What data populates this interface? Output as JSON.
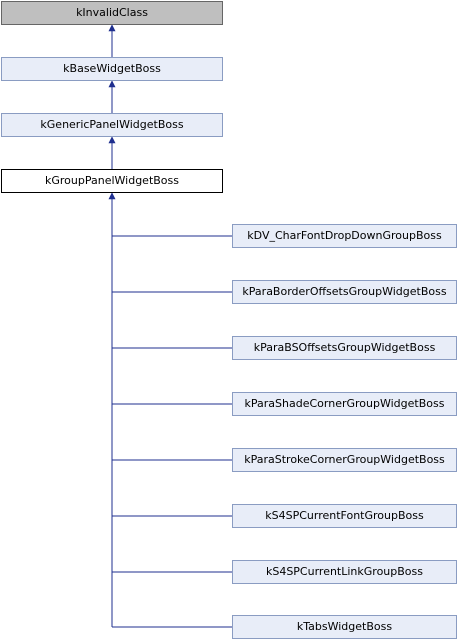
{
  "diagram": {
    "ancestors": [
      {
        "label": "kInvalidClass"
      },
      {
        "label": "kBaseWidgetBoss"
      },
      {
        "label": "kGenericPanelWidgetBoss"
      }
    ],
    "current": {
      "label": "kGroupPanelWidgetBoss"
    },
    "children": [
      {
        "label": "kDV_CharFontDropDownGroupBoss"
      },
      {
        "label": "kParaBorderOffsetsGroupWidgetBoss"
      },
      {
        "label": "kParaBSOffsetsGroupWidgetBoss"
      },
      {
        "label": "kParaShadeCornerGroupWidgetBoss"
      },
      {
        "label": "kParaStrokeCornerGroupWidgetBoss"
      },
      {
        "label": "kS4SPCurrentFontGroupBoss"
      },
      {
        "label": "kS4SPCurrentLinkGroupBoss"
      },
      {
        "label": "kTabsWidgetBoss"
      }
    ],
    "colors": {
      "edge": "#1f2f8f",
      "root_fill": "#bfbfbf",
      "node_fill": "#e8edf8",
      "node_border": "#8a9cc2",
      "current_fill": "#ffffff"
    }
  }
}
